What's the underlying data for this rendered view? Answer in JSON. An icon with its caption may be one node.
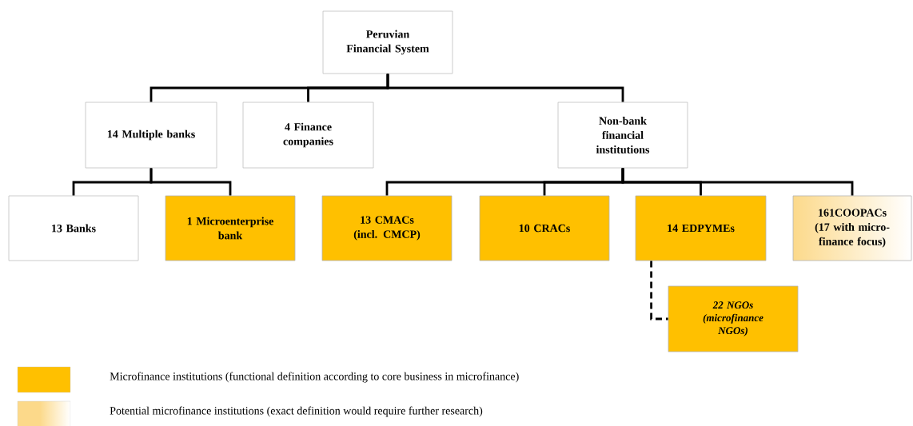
{
  "diagram": {
    "nodes": [
      {
        "text": [
          "Peruvian Financial System"
        ]
      },
      {
        "text": [
          "14 Multiple banks"
        ]
      },
      {
        "text": [
          "4 Finance companies"
        ]
      },
      {
        "text": [
          "Non-bank financial institutions"
        ]
      },
      {
        "text": [
          "13 Banks"
        ]
      },
      {
        "text": [
          "1 Microenterprise bank"
        ]
      },
      {
        "text": [
          "13  CMACs (incl. CMCP)"
        ]
      },
      {
        "text": [
          "10 CRACs"
        ]
      },
      {
        "text": [
          "14 EDPYMEs"
        ]
      },
      {
        "text": [
          "161COOPACs (17 with micro-finance focus)"
        ]
      },
      {
        "text": [
          "22 NGOs (microfinance NGOs)"
        ]
      }
    ],
    "edges": [
      {
        "from": 0,
        "to": 1,
        "arrow": "none"
      },
      {
        "from": 0,
        "to": 2,
        "arrow": "none"
      },
      {
        "from": 0,
        "to": 3,
        "arrow": "none"
      },
      {
        "from": 1,
        "to": 4,
        "arrow": "none"
      },
      {
        "from": 1,
        "to": 5,
        "arrow": "none"
      },
      {
        "from": 3,
        "to": 6,
        "arrow": "none"
      },
      {
        "from": 3,
        "to": 7,
        "arrow": "none"
      },
      {
        "from": 3,
        "to": 8,
        "arrow": "none"
      },
      {
        "from": 3,
        "to": 9,
        "arrow": "none"
      },
      {
        "from": 8,
        "to": 10,
        "arrow": "none",
        "style": "dashed"
      }
    ],
    "legend": [
      {
        "text": "Microfinance institutions (functional definition according to core business in microfinance)",
        "color": "#ffc000"
      },
      {
        "text": "Potential microfinance institutions (exact definition would require further research)",
        "color": "#fcd98a"
      }
    ]
  }
}
